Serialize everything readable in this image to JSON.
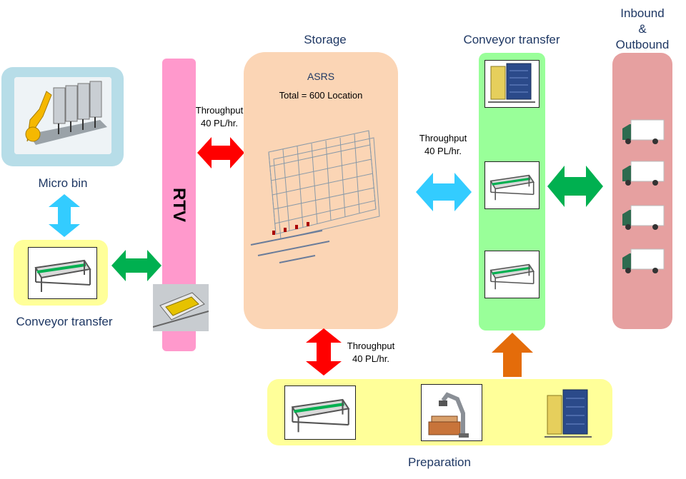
{
  "micro_bin": {
    "label": "Micro bin"
  },
  "conveyor_left": {
    "label": "Conveyor transfer"
  },
  "rtv": {
    "label": "RTV"
  },
  "storage": {
    "title": "Storage",
    "asrs_label": "ASRS",
    "total_label": "Total = 600 Location"
  },
  "throughput_rtv": {
    "line1": "Throughput",
    "line2": "40 PL/hr."
  },
  "throughput_right": {
    "line1": "Throughput",
    "line2": "40 PL/hr."
  },
  "throughput_bottom": {
    "line1": "Throughput",
    "line2": "40 PL/hr."
  },
  "conveyor_right": {
    "title": "Conveyor transfer"
  },
  "inbound": {
    "line1": "Inbound",
    "line2": "&",
    "line3": "Outbound"
  },
  "preparation": {
    "label": "Preparation"
  },
  "colors": {
    "micro_bin_bg": "#b7dde8",
    "conveyor_left_bg": "#ffff99",
    "rtv_bg": "#ff99cc",
    "storage_bg": "#fbd5b5",
    "conveyor_right_bg": "#99ff99",
    "inbound_bg": "#e6a0a0",
    "preparation_bg": "#ffff99",
    "arrow_red": "#ff0000",
    "arrow_cyan": "#33ccff",
    "arrow_green": "#00b050",
    "arrow_orange": "#e46c0a",
    "label_blue": "#1f3864"
  }
}
